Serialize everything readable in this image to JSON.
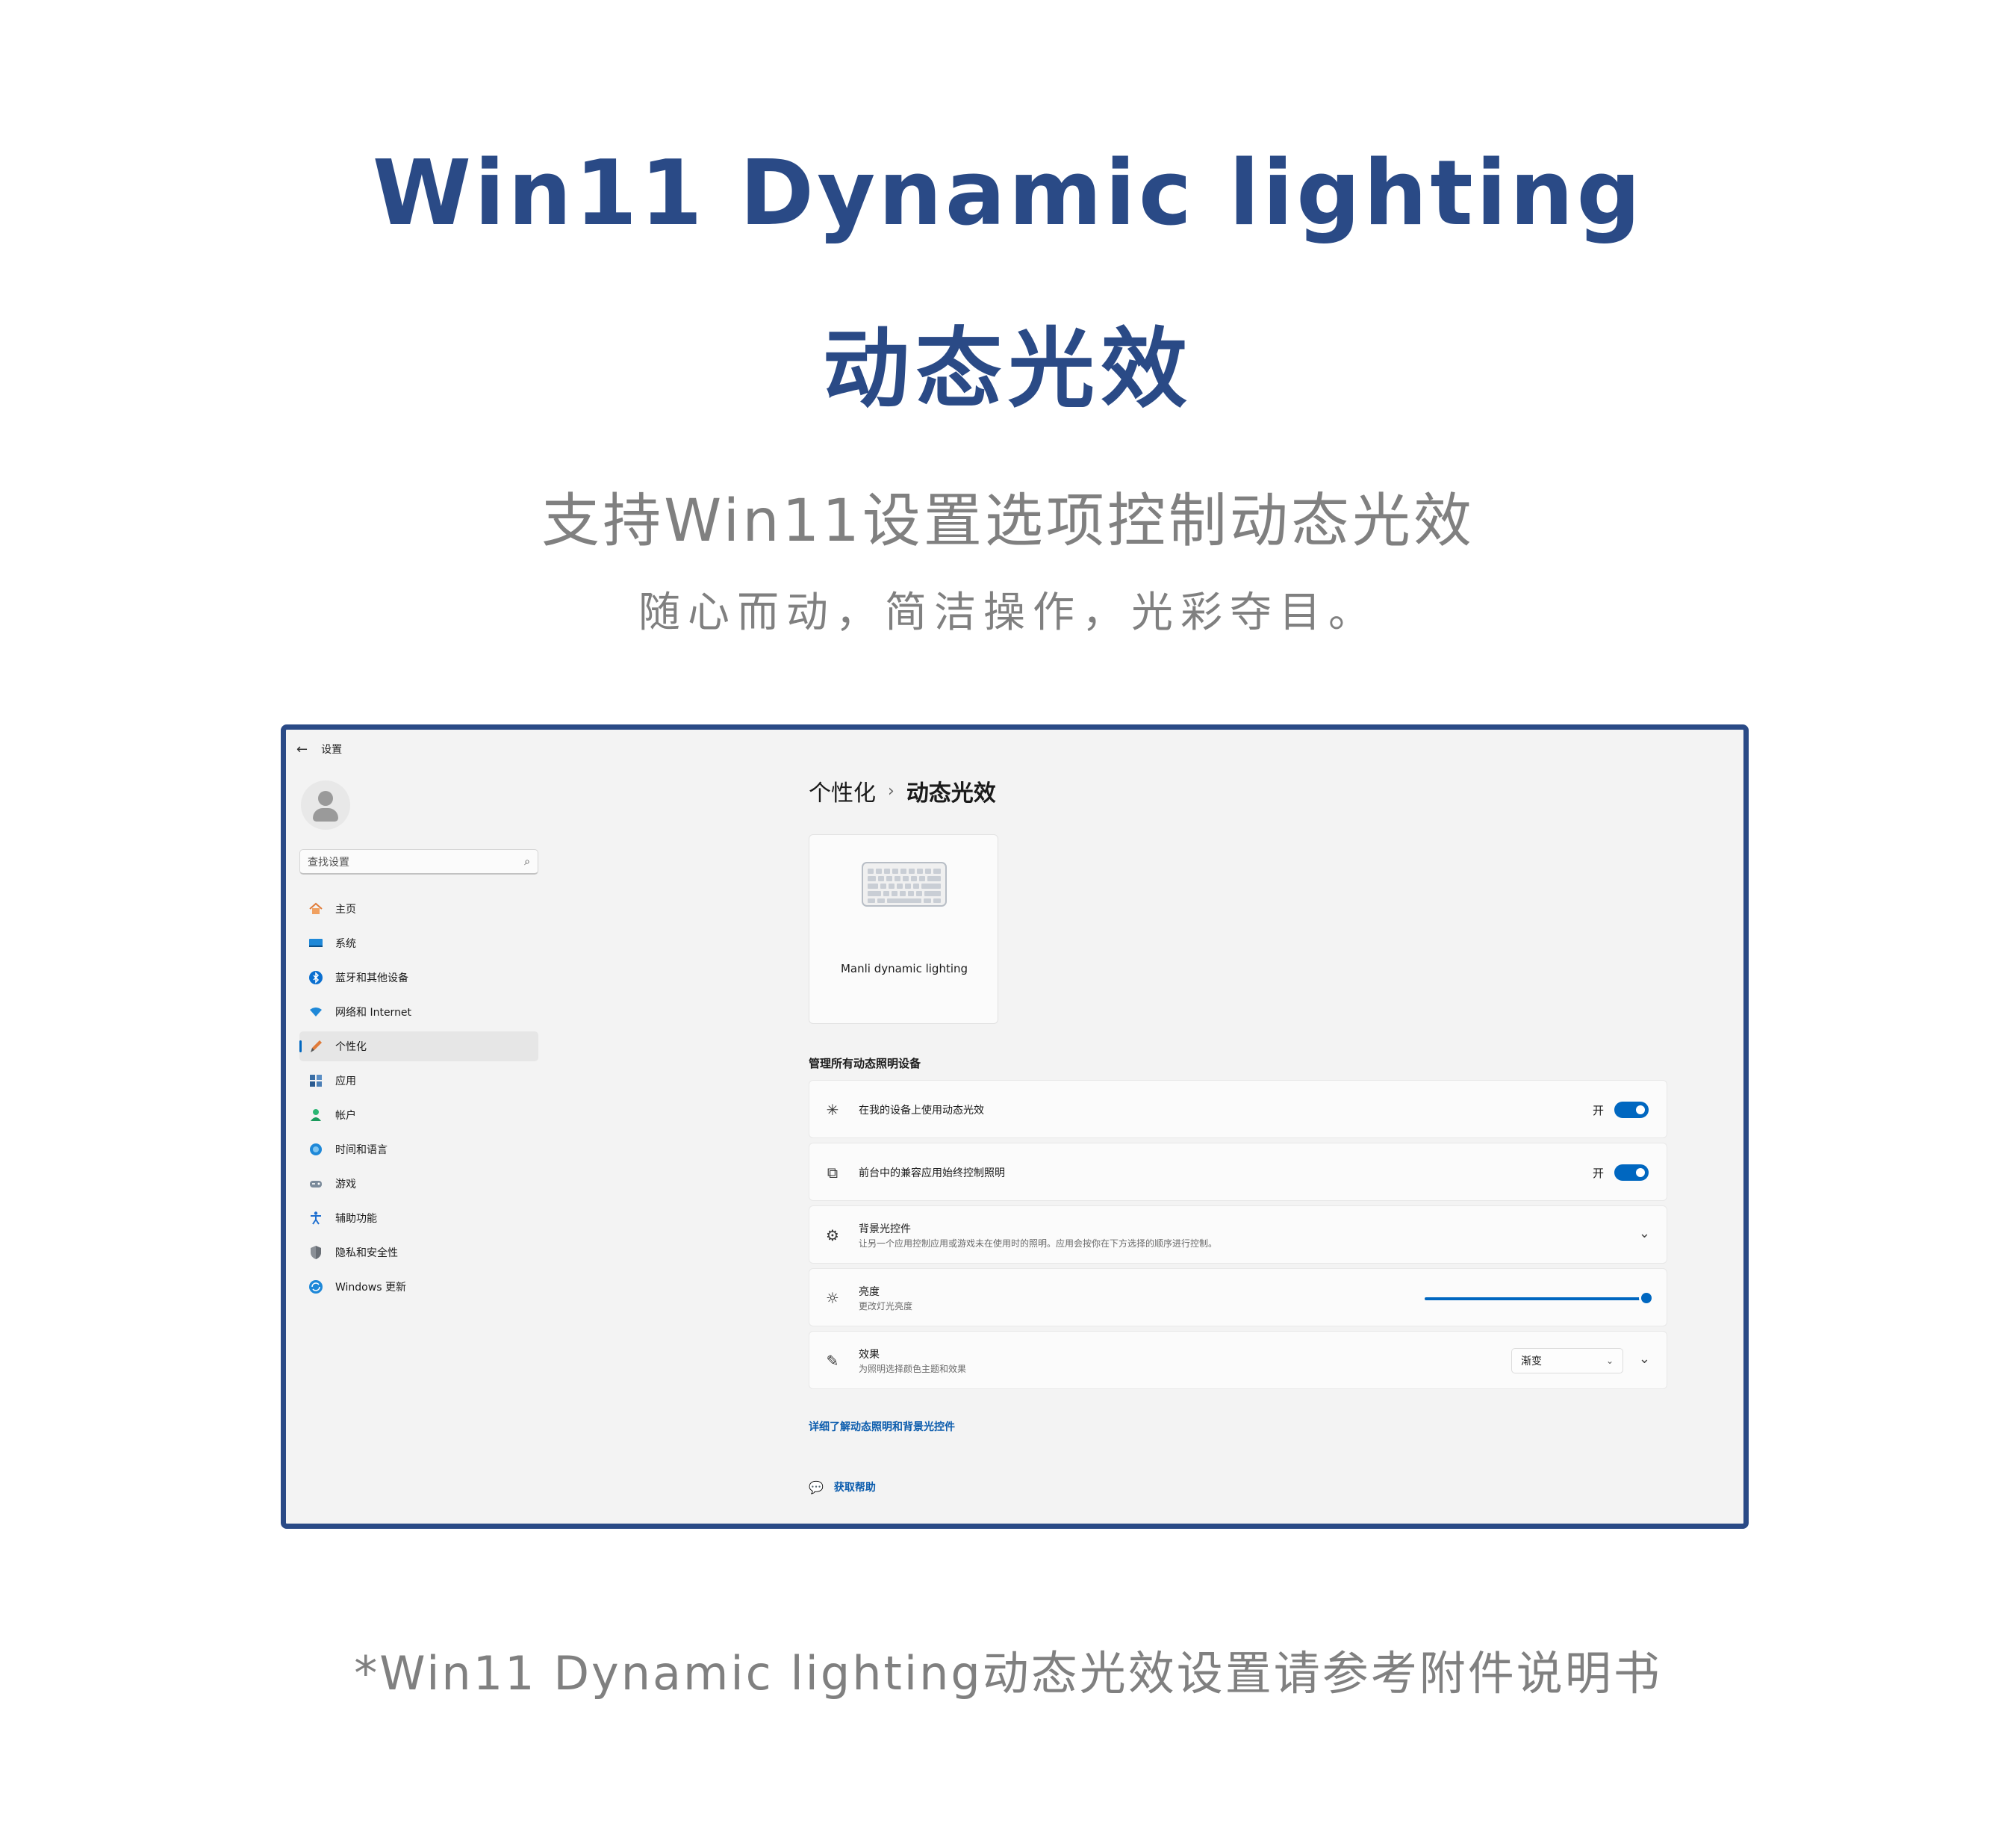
{
  "hero": {
    "title": "Win11 Dynamic lighting",
    "title_cn": "动态光效",
    "subtitle": "支持Win11设置选项控制动态光效",
    "tagline": "随心而动，简洁操作，光彩夺目。",
    "footnote": "*Win11 Dynamic lighting动态光效设置请参考附件说明书"
  },
  "window": {
    "title": "设置",
    "search_placeholder": "查找设置",
    "nav": [
      {
        "label": "主页",
        "icon": "home-icon"
      },
      {
        "label": "系统",
        "icon": "monitor-icon"
      },
      {
        "label": "蓝牙和其他设备",
        "icon": "bluetooth-icon"
      },
      {
        "label": "网络和 Internet",
        "icon": "wifi-icon"
      },
      {
        "label": "个性化",
        "icon": "brush-icon",
        "active": true
      },
      {
        "label": "应用",
        "icon": "apps-icon"
      },
      {
        "label": "帐户",
        "icon": "account-icon"
      },
      {
        "label": "时间和语言",
        "icon": "globe-icon"
      },
      {
        "label": "游戏",
        "icon": "gamepad-icon"
      },
      {
        "label": "辅助功能",
        "icon": "accessibility-icon"
      },
      {
        "label": "隐私和安全性",
        "icon": "shield-icon"
      },
      {
        "label": "Windows 更新",
        "icon": "update-icon"
      }
    ],
    "breadcrumb": {
      "parent": "个性化",
      "separator": "›",
      "current": "动态光效"
    },
    "device": {
      "name": "Manli dynamic lighting"
    },
    "section_heading": "管理所有动态照明设备",
    "rows": {
      "use_lighting": {
        "title": "在我的设备上使用动态光效",
        "state": "开"
      },
      "foreground": {
        "title": "前台中的兼容应用始终控制照明",
        "state": "开"
      },
      "background": {
        "title": "背景光控件",
        "subtitle": "让另一个应用控制应用或游戏未在使用时的照明。应用会按你在下方选择的顺序进行控制。"
      },
      "brightness": {
        "title": "亮度",
        "subtitle": "更改灯光亮度",
        "value": 1.0
      },
      "effects": {
        "title": "效果",
        "subtitle": "为照明选择颜色主题和效果",
        "selected": "渐变"
      }
    },
    "learn_more": "详细了解动态照明和背景光控件",
    "get_help": "获取帮助",
    "accent": "#0067c0"
  }
}
